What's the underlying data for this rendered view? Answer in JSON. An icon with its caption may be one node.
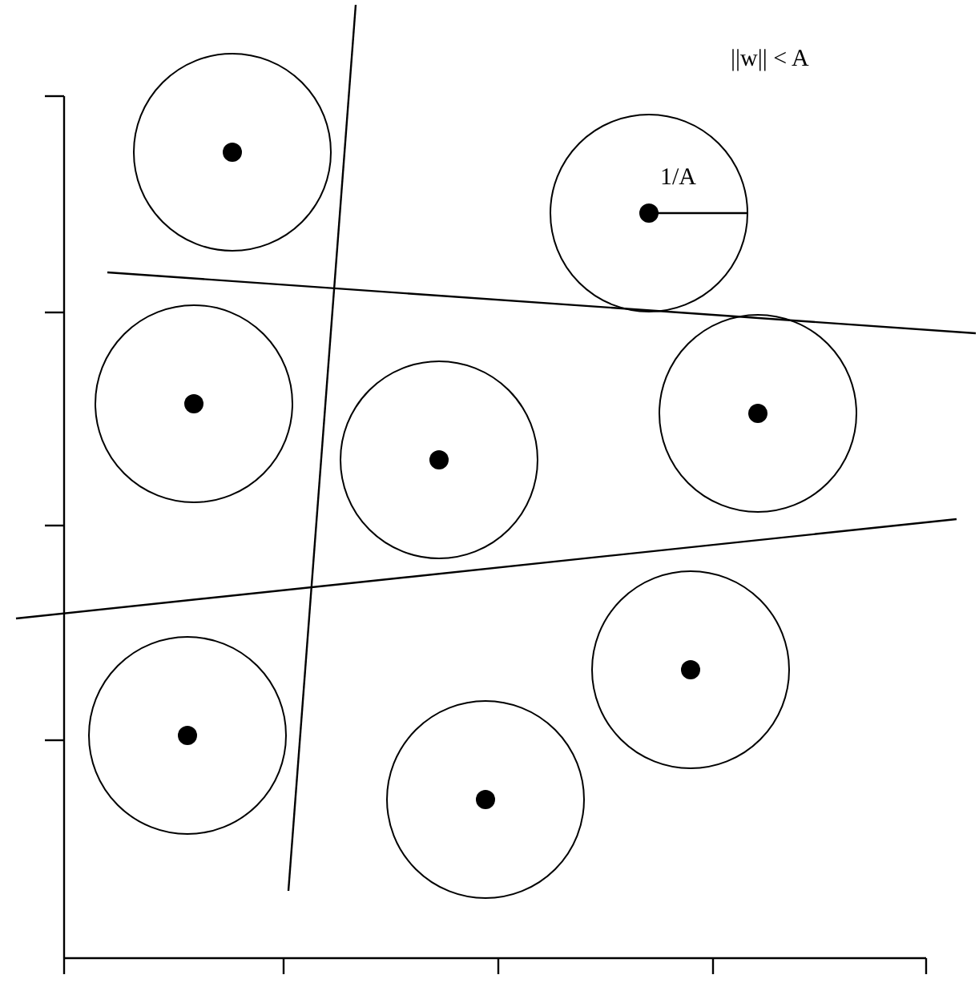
{
  "diagram": {
    "nodes": [
      {
        "text": [],
        "shape": "circle"
      },
      {
        "text": [
          "1/A"
        ]
      },
      {
        "text": [],
        "shape": "circle"
      },
      {
        "text": [],
        "shape": "circle"
      },
      {
        "text": [],
        "shape": "circle"
      },
      {
        "text": [],
        "shape": "circle"
      },
      {
        "text": [],
        "shape": "circle"
      },
      {
        "text": [],
        "shape": "circle"
      }
    ],
    "labels": [
      "||w|| < A"
    ]
  }
}
